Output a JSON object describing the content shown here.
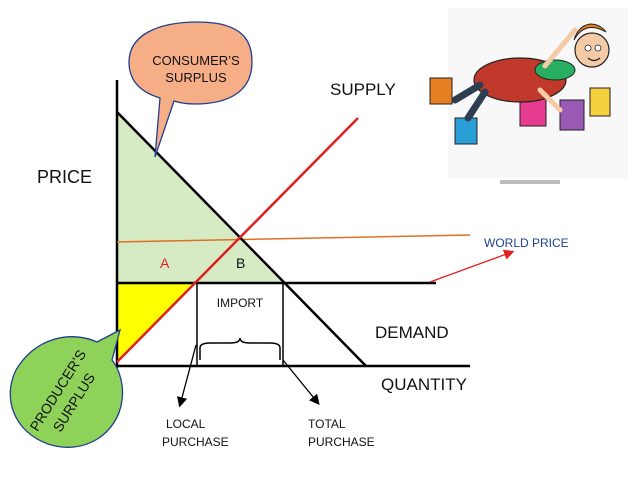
{
  "labels": {
    "price": "PRICE",
    "quantity": "QUANTITY",
    "supply": "SUPPLY",
    "demand": "DEMAND",
    "world_price": "WORLD PRICE",
    "area_a": "A",
    "area_b": "B",
    "import": "IMPORT",
    "local_purchase_line1": "LOCAL",
    "local_purchase_line2": "PURCHASE",
    "total_purchase_line1": "TOTAL",
    "total_purchase_line2": "PURCHASE",
    "consumer_surplus_line1": "CONSUMER’S",
    "consumer_surplus_line2": "SURPLUS",
    "producer_surplus_line1": "PRODUCER’S",
    "producer_surplus_line2": "SURPLUS"
  },
  "colors": {
    "consumer_surplus_fill": "#d6ebc4",
    "producer_surplus_fill": "#ffff00",
    "supply_line": "#e02020",
    "equilibrium_price_line": "#e07020",
    "world_price_line": "#000000",
    "world_price_arrow": "#e02020",
    "callout_consumer": "#f6ae86",
    "callout_producer": "#8ed25a",
    "axis": "#000000",
    "label_red": "#e02020",
    "world_price_text": "#1f3f8f"
  },
  "icons": {
    "illustration": "shopping-clipart-icon"
  }
}
